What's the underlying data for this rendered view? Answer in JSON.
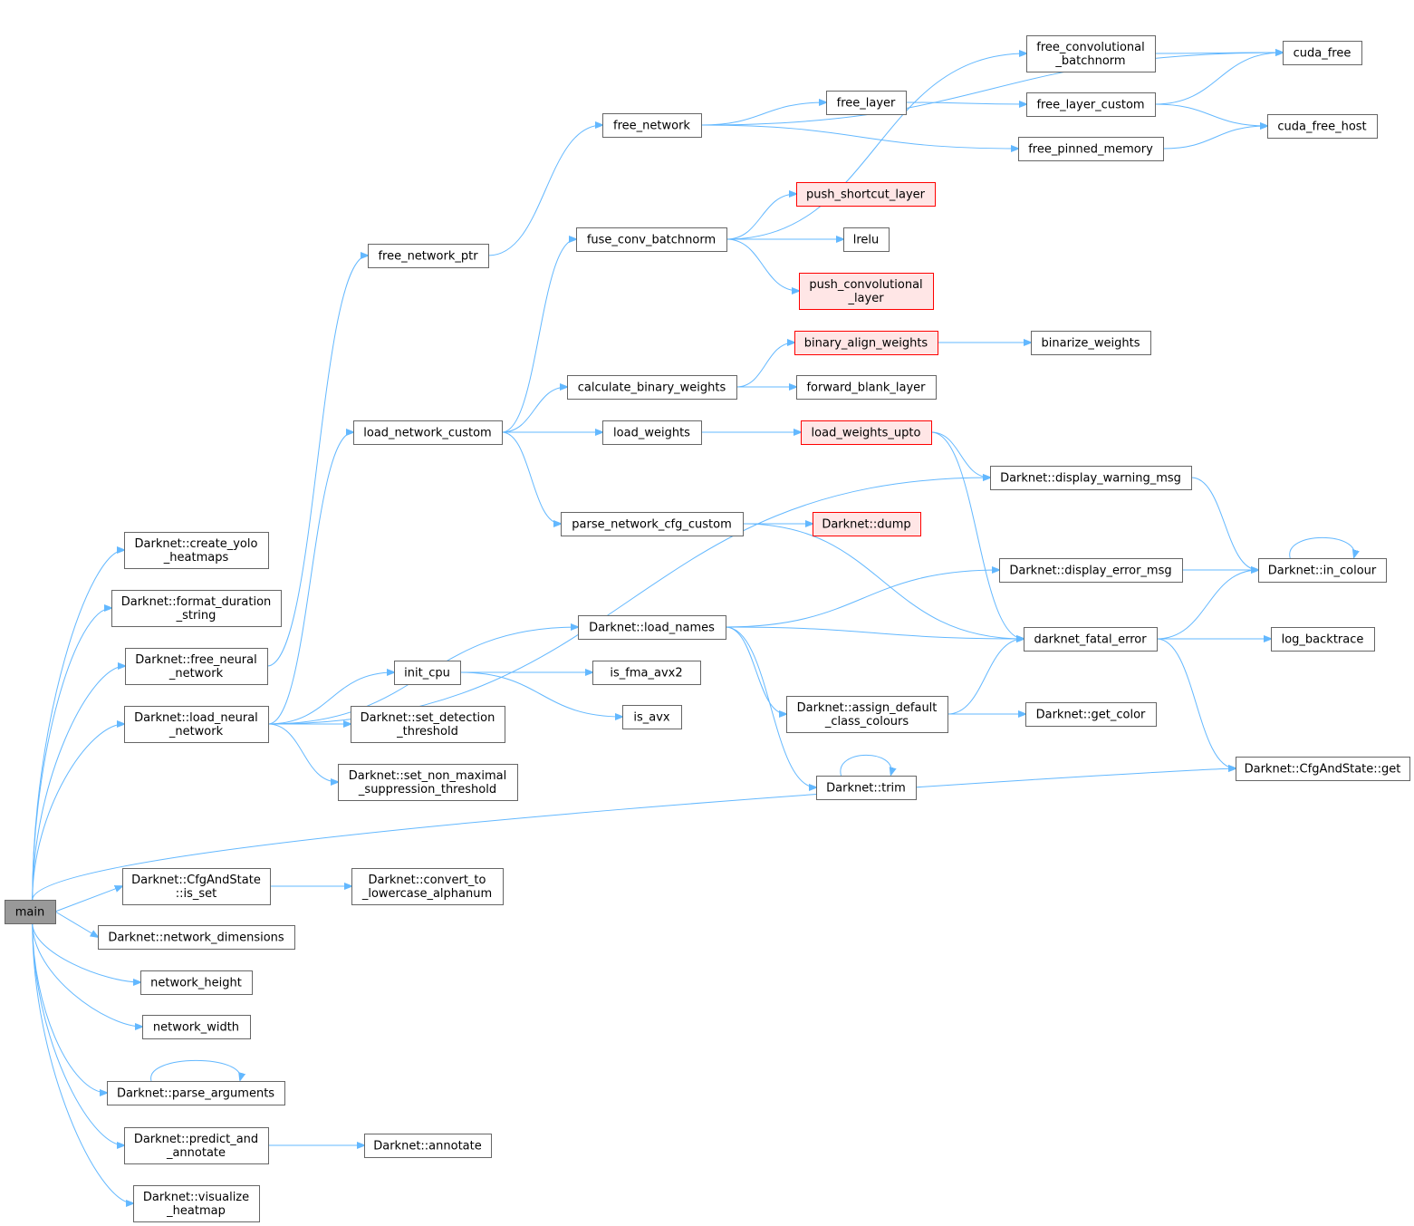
{
  "diagram": {
    "type": "call-graph",
    "root": "main",
    "colors": {
      "edge": "#63b8ff",
      "border": "#666666",
      "truncated_border": "#ff0000",
      "truncated_fill": "#ffe6e6",
      "root_fill": "#999999"
    },
    "nodes": [
      {
        "id": "main",
        "lines": [
          "main"
        ],
        "root": true
      },
      {
        "id": "create_yolo_heatmaps",
        "lines": [
          "Darknet::create_yolo",
          "_heatmaps"
        ]
      },
      {
        "id": "format_duration_string",
        "lines": [
          "Darknet::format_duration",
          "_string"
        ]
      },
      {
        "id": "free_neural_network",
        "lines": [
          "Darknet::free_neural",
          "_network"
        ]
      },
      {
        "id": "load_neural_network",
        "lines": [
          "Darknet::load_neural",
          "_network"
        ]
      },
      {
        "id": "cfg_is_set",
        "lines": [
          "Darknet::CfgAndState",
          "::is_set"
        ]
      },
      {
        "id": "network_dimensions",
        "lines": [
          "Darknet::network_dimensions"
        ]
      },
      {
        "id": "network_height",
        "lines": [
          "network_height"
        ]
      },
      {
        "id": "network_width",
        "lines": [
          "network_width"
        ]
      },
      {
        "id": "parse_arguments",
        "lines": [
          "Darknet::parse_arguments"
        ]
      },
      {
        "id": "predict_and_annotate",
        "lines": [
          "Darknet::predict_and",
          "_annotate"
        ]
      },
      {
        "id": "visualize_heatmap",
        "lines": [
          "Darknet::visualize",
          "_heatmap"
        ]
      },
      {
        "id": "free_network_ptr",
        "lines": [
          "free_network_ptr"
        ]
      },
      {
        "id": "load_network_custom",
        "lines": [
          "load_network_custom"
        ]
      },
      {
        "id": "init_cpu",
        "lines": [
          "init_cpu"
        ]
      },
      {
        "id": "set_detection_threshold",
        "lines": [
          "Darknet::set_detection",
          "_threshold"
        ]
      },
      {
        "id": "set_nms_threshold",
        "lines": [
          "Darknet::set_non_maximal",
          "_suppression_threshold"
        ]
      },
      {
        "id": "convert_to_lowercase_alphanum",
        "lines": [
          "Darknet::convert_to",
          "_lowercase_alphanum"
        ]
      },
      {
        "id": "annotate",
        "lines": [
          "Darknet::annotate"
        ]
      },
      {
        "id": "free_network",
        "lines": [
          "free_network"
        ]
      },
      {
        "id": "fuse_conv_batchnorm",
        "lines": [
          "fuse_conv_batchnorm"
        ]
      },
      {
        "id": "calculate_binary_weights",
        "lines": [
          "calculate_binary_weights"
        ]
      },
      {
        "id": "load_weights",
        "lines": [
          "load_weights"
        ]
      },
      {
        "id": "parse_network_cfg_custom",
        "lines": [
          "parse_network_cfg_custom"
        ]
      },
      {
        "id": "load_names",
        "lines": [
          "Darknet::load_names"
        ]
      },
      {
        "id": "is_fma_avx2",
        "lines": [
          "is_fma_avx2"
        ]
      },
      {
        "id": "is_avx",
        "lines": [
          "is_avx"
        ]
      },
      {
        "id": "free_layer",
        "lines": [
          "free_layer"
        ]
      },
      {
        "id": "push_shortcut_layer",
        "lines": [
          "push_shortcut_layer"
        ],
        "truncated": true
      },
      {
        "id": "lrelu",
        "lines": [
          "lrelu"
        ]
      },
      {
        "id": "push_convolutional_layer",
        "lines": [
          "push_convolutional",
          "_layer"
        ],
        "truncated": true
      },
      {
        "id": "binary_align_weights",
        "lines": [
          "binary_align_weights"
        ],
        "truncated": true
      },
      {
        "id": "forward_blank_layer",
        "lines": [
          "forward_blank_layer"
        ]
      },
      {
        "id": "load_weights_upto",
        "lines": [
          "load_weights_upto"
        ],
        "truncated": true
      },
      {
        "id": "dump",
        "lines": [
          "Darknet::dump"
        ],
        "truncated": true
      },
      {
        "id": "assign_default_class_colours",
        "lines": [
          "Darknet::assign_default",
          "_class_colours"
        ]
      },
      {
        "id": "trim",
        "lines": [
          "Darknet::trim"
        ]
      },
      {
        "id": "free_convolutional_batchnorm",
        "lines": [
          "free_convolutional",
          "_batchnorm"
        ]
      },
      {
        "id": "free_layer_custom",
        "lines": [
          "free_layer_custom"
        ]
      },
      {
        "id": "free_pinned_memory",
        "lines": [
          "free_pinned_memory"
        ]
      },
      {
        "id": "binarize_weights",
        "lines": [
          "binarize_weights"
        ]
      },
      {
        "id": "display_warning_msg",
        "lines": [
          "Darknet::display_warning_msg"
        ]
      },
      {
        "id": "display_error_msg",
        "lines": [
          "Darknet::display_error_msg"
        ]
      },
      {
        "id": "darknet_fatal_error",
        "lines": [
          "darknet_fatal_error"
        ]
      },
      {
        "id": "get_color",
        "lines": [
          "Darknet::get_color"
        ]
      },
      {
        "id": "cuda_free",
        "lines": [
          "cuda_free"
        ]
      },
      {
        "id": "cuda_free_host",
        "lines": [
          "cuda_free_host"
        ]
      },
      {
        "id": "in_colour",
        "lines": [
          "Darknet::in_colour"
        ]
      },
      {
        "id": "log_backtrace",
        "lines": [
          "log_backtrace"
        ]
      },
      {
        "id": "cfg_get",
        "lines": [
          "Darknet::CfgAndState::get"
        ]
      }
    ],
    "edges": [
      [
        "main",
        "create_yolo_heatmaps"
      ],
      [
        "main",
        "format_duration_string"
      ],
      [
        "main",
        "free_neural_network"
      ],
      [
        "main",
        "load_neural_network"
      ],
      [
        "main",
        "cfg_get"
      ],
      [
        "main",
        "cfg_is_set"
      ],
      [
        "main",
        "network_dimensions"
      ],
      [
        "main",
        "network_height"
      ],
      [
        "main",
        "network_width"
      ],
      [
        "main",
        "parse_arguments"
      ],
      [
        "main",
        "predict_and_annotate"
      ],
      [
        "main",
        "visualize_heatmap"
      ],
      [
        "free_neural_network",
        "free_network_ptr"
      ],
      [
        "free_network_ptr",
        "free_network"
      ],
      [
        "load_neural_network",
        "load_network_custom"
      ],
      [
        "load_neural_network",
        "display_warning_msg"
      ],
      [
        "load_neural_network",
        "load_names"
      ],
      [
        "load_neural_network",
        "init_cpu"
      ],
      [
        "load_neural_network",
        "set_detection_threshold"
      ],
      [
        "load_neural_network",
        "set_nms_threshold"
      ],
      [
        "cfg_is_set",
        "convert_to_lowercase_alphanum"
      ],
      [
        "parse_arguments",
        "parse_arguments"
      ],
      [
        "predict_and_annotate",
        "annotate"
      ],
      [
        "free_network",
        "cuda_free"
      ],
      [
        "free_network",
        "free_layer"
      ],
      [
        "free_network",
        "free_pinned_memory"
      ],
      [
        "free_layer",
        "free_layer_custom"
      ],
      [
        "free_layer_custom",
        "cuda_free"
      ],
      [
        "free_layer_custom",
        "cuda_free_host"
      ],
      [
        "free_convolutional_batchnorm",
        "cuda_free"
      ],
      [
        "free_pinned_memory",
        "cuda_free_host"
      ],
      [
        "load_network_custom",
        "fuse_conv_batchnorm"
      ],
      [
        "load_network_custom",
        "calculate_binary_weights"
      ],
      [
        "load_network_custom",
        "load_weights"
      ],
      [
        "load_network_custom",
        "parse_network_cfg_custom"
      ],
      [
        "fuse_conv_batchnorm",
        "free_convolutional_batchnorm"
      ],
      [
        "fuse_conv_batchnorm",
        "push_shortcut_layer"
      ],
      [
        "fuse_conv_batchnorm",
        "lrelu"
      ],
      [
        "fuse_conv_batchnorm",
        "push_convolutional_layer"
      ],
      [
        "calculate_binary_weights",
        "binary_align_weights"
      ],
      [
        "calculate_binary_weights",
        "forward_blank_layer"
      ],
      [
        "binary_align_weights",
        "binarize_weights"
      ],
      [
        "load_weights",
        "load_weights_upto"
      ],
      [
        "load_weights_upto",
        "display_warning_msg"
      ],
      [
        "load_weights_upto",
        "darknet_fatal_error"
      ],
      [
        "parse_network_cfg_custom",
        "dump"
      ],
      [
        "parse_network_cfg_custom",
        "darknet_fatal_error"
      ],
      [
        "display_warning_msg",
        "in_colour"
      ],
      [
        "display_error_msg",
        "in_colour"
      ],
      [
        "in_colour",
        "in_colour"
      ],
      [
        "load_names",
        "display_error_msg"
      ],
      [
        "load_names",
        "darknet_fatal_error"
      ],
      [
        "load_names",
        "assign_default_class_colours"
      ],
      [
        "load_names",
        "trim"
      ],
      [
        "trim",
        "trim"
      ],
      [
        "init_cpu",
        "is_fma_avx2"
      ],
      [
        "init_cpu",
        "is_avx"
      ],
      [
        "assign_default_class_colours",
        "darknet_fatal_error"
      ],
      [
        "assign_default_class_colours",
        "get_color"
      ],
      [
        "darknet_fatal_error",
        "in_colour"
      ],
      [
        "darknet_fatal_error",
        "log_backtrace"
      ],
      [
        "darknet_fatal_error",
        "cfg_get"
      ]
    ]
  }
}
